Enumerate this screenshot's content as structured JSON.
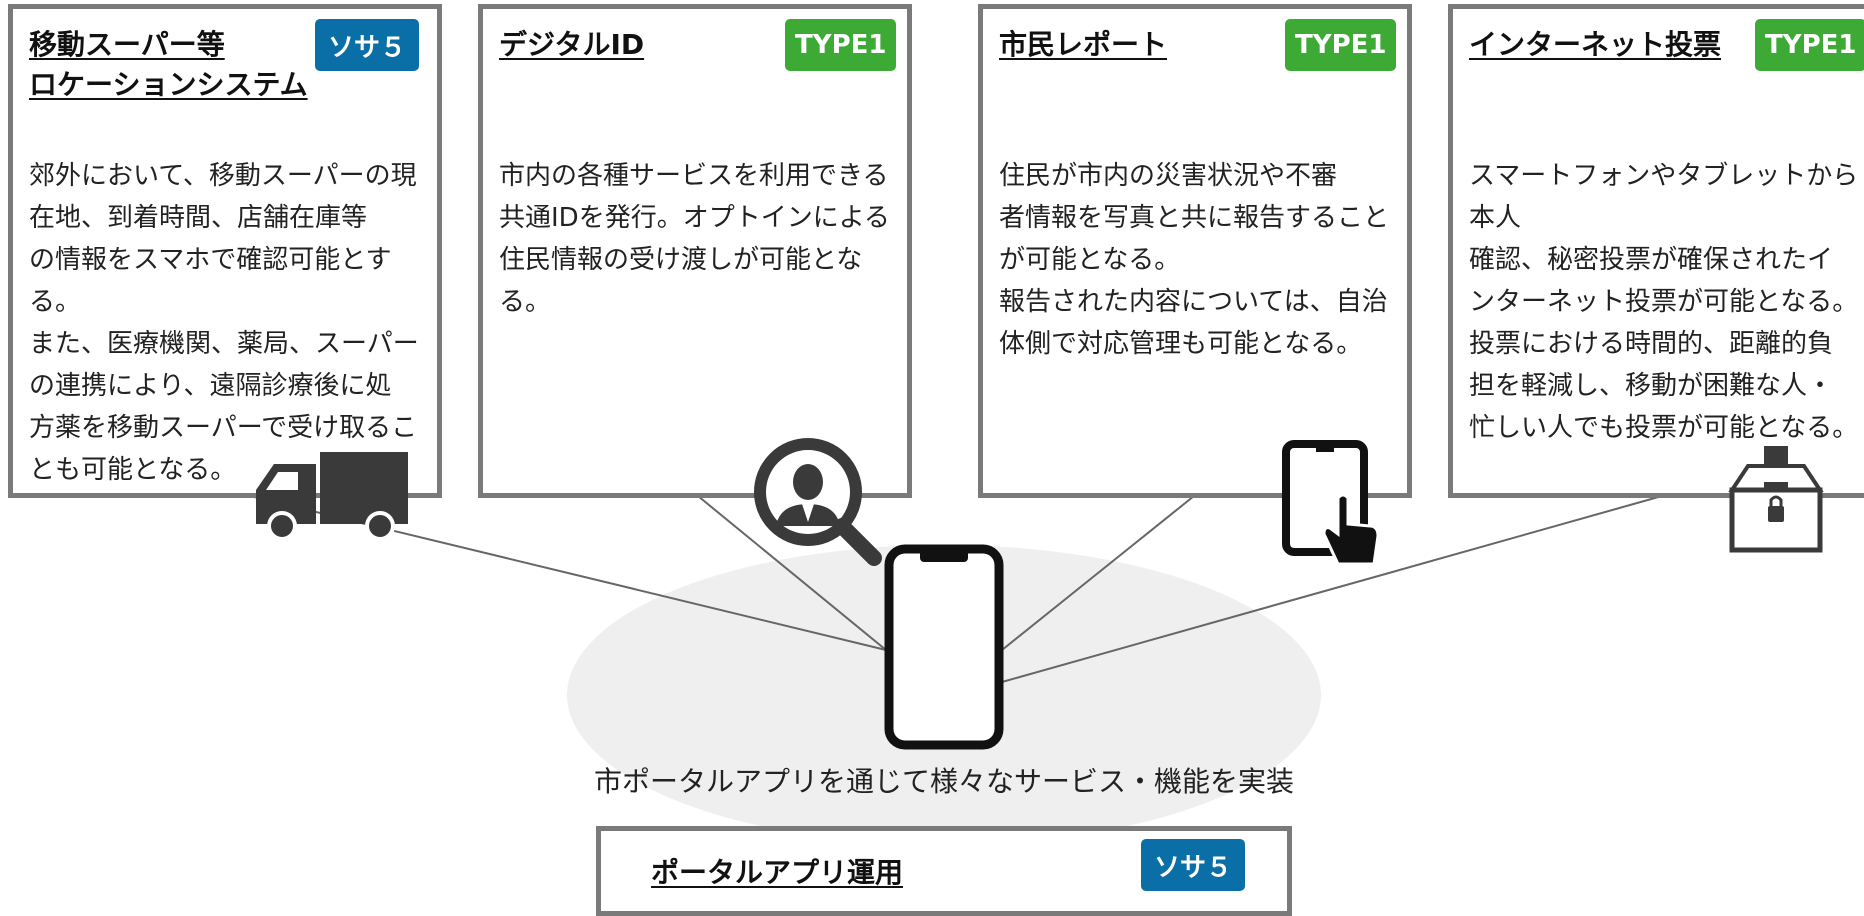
{
  "colors": {
    "border": "#7a7a7a",
    "badge_blue": "#0a6fa6",
    "badge_green": "#3daa35",
    "ellipse": "#efefef",
    "icon": "#3a3a3a"
  },
  "cards": [
    {
      "title": "移動スーパー等\nロケーションシステム",
      "badge": "ソサ５",
      "badge_color": "badge_blue",
      "body": "郊外において、移動スーパーの現\n在地、到着時間、店舗在庫等\nの情報をスマホで確認可能とする。\nまた、医療機関、薬局、スーパー\nの連携により、遠隔診療後に処\n方薬を移動スーパーで受け取るこ\nとも可能となる。",
      "icon": "truck-icon"
    },
    {
      "title": "デジタルID",
      "badge": "TYPE1",
      "badge_color": "badge_green",
      "body": "市内の各種サービスを利用できる\n共通IDを発行。オプトインによる\n住民情報の受け渡しが可能とな\nる。",
      "icon": "magnifier-person-icon"
    },
    {
      "title": "市民レポート",
      "badge": "TYPE1",
      "badge_color": "badge_green",
      "body": "住民が市内の災害状況や不審\n者情報を写真と共に報告すること\nが可能となる。\n報告された内容については、自治\n体側で対応管理も可能となる。",
      "icon": "tablet-touch-icon"
    },
    {
      "title": "インターネット投票",
      "badge": "TYPE1",
      "badge_color": "badge_green",
      "body": "スマートフォンやタブレットから本人\n確認、秘密投票が確保されたイ\nンターネット投票が可能となる。\n投票における時間的、距離的負\n担を軽減し、移動が困難な人・\n忙しい人でも投票が可能となる。",
      "icon": "ballot-box-icon"
    }
  ],
  "center": {
    "caption": "市ポータルアプリを通じて様々なサービス・機能を実装",
    "icon": "smartphone-icon"
  },
  "portal": {
    "title": "ポータルアプリ運用",
    "badge": "ソサ５",
    "badge_color": "badge_blue"
  }
}
